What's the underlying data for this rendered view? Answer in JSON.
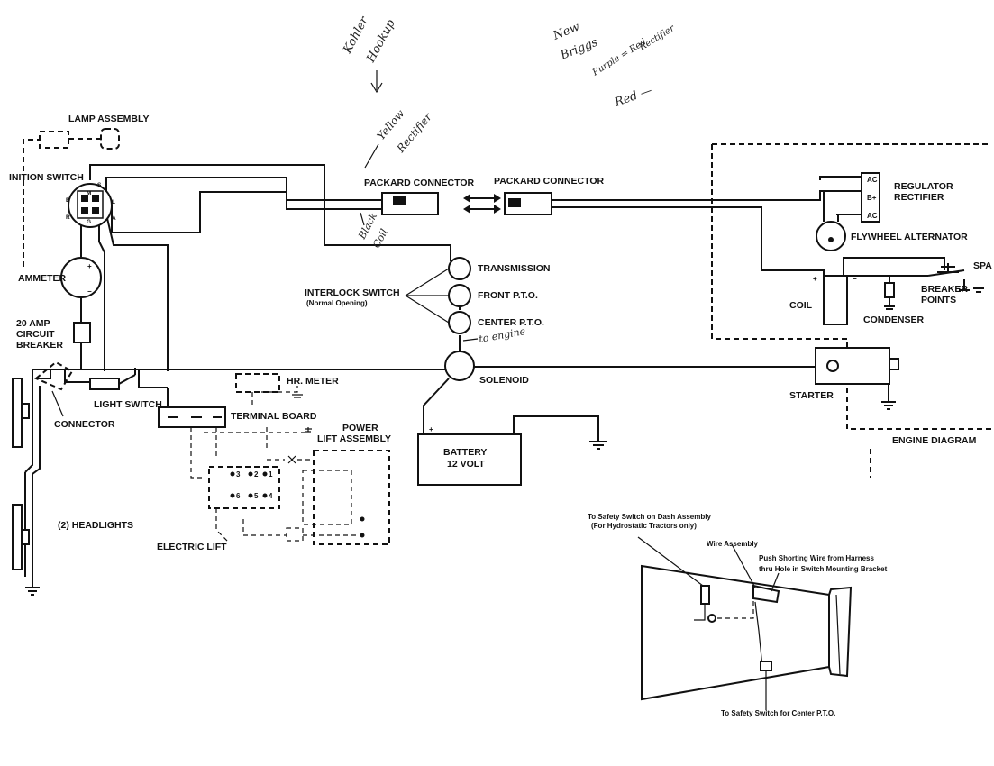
{
  "components": {
    "lamp_assembly": "LAMP ASSEMBLY",
    "ignition_switch": "INITION SWITCH",
    "ammeter": "AMMETER",
    "breaker_line1": "20 AMP",
    "breaker_line2": "CIRCUIT",
    "breaker_line3": "BREAKER",
    "connector": "CONNECTOR",
    "light_switch": "LIGHT SWITCH",
    "headlights": "(2) HEADLIGHTS",
    "hr_meter": "HR. METER",
    "terminal_board": "TERMINAL BOARD",
    "power_lift_line1": "POWER",
    "power_lift_line2": "LIFT ASSEMBLY",
    "electric_lift": "ELECTRIC LIFT",
    "packard_connector_left": "PACKARD CONNECTOR",
    "packard_connector_right": "PACKARD CONNECTOR",
    "transmission": "TRANSMISSION",
    "front_pto": "FRONT P.T.O.",
    "center_pto": "CENTER P.T.O.",
    "interlock_switch": "INTERLOCK SWITCH",
    "interlock_note": "(Normal Opening)",
    "solenoid": "SOLENOID",
    "battery_line1": "BATTERY",
    "battery_line2": "12 VOLT",
    "regulator_line1": "REGULATOR",
    "regulator_line2": "RECTIFIER",
    "flywheel_alternator": "FLYWHEEL ALTERNATOR",
    "coil": "COIL",
    "condenser": "CONDENSER",
    "breaker_points_line1": "BREAKER",
    "breaker_points_line2": "POINTS",
    "spark_plug": "SPA",
    "starter": "STARTER",
    "engine_diagram": "ENGINE DIAGRAM"
  },
  "terminals": {
    "ign_s": "S",
    "ign_b": "B",
    "ign_l": "L",
    "ign_r": "R",
    "ign_a": "A",
    "ign_m": "M",
    "ign_g": "G",
    "ammeter_plus": "+",
    "ammeter_minus": "−",
    "battery_plus": "+",
    "coil_plus": "+",
    "coil_minus": "−",
    "reg_ac1": "AC",
    "reg_bplus": "B+",
    "reg_ac2": "AC",
    "lift_1": "1",
    "lift_2": "2",
    "lift_3": "3",
    "lift_4": "4",
    "lift_5": "5",
    "lift_6": "6"
  },
  "inset": {
    "dash_line1": "To Safety Switch on Dash Assembly",
    "dash_line2": "(For Hydrostatic Tractors only)",
    "wire_assembly": "Wire Assembly",
    "push_line1": "Push Shorting Wire from Harness",
    "push_line2": "thru Hole in Switch Mounting Bracket",
    "center_pto": "To Safety Switch for Center P.T.O."
  },
  "handwritten": {
    "kohler_line1": "Kohler",
    "kohler_line2": "Hookup",
    "new_line1": "New",
    "new_line2": "Briggs",
    "purple_red": "Purple = Red",
    "rectifier": "Rectifier",
    "red": "Red —",
    "yellow_line1": "Yellow",
    "yellow_line2": "Rectifier",
    "black_line1": "Black",
    "black_line2": "Coil",
    "to_engine": "to engine"
  },
  "colors": {
    "ink": "#111111",
    "paper": "#ffffff",
    "pencil": "#222222"
  }
}
